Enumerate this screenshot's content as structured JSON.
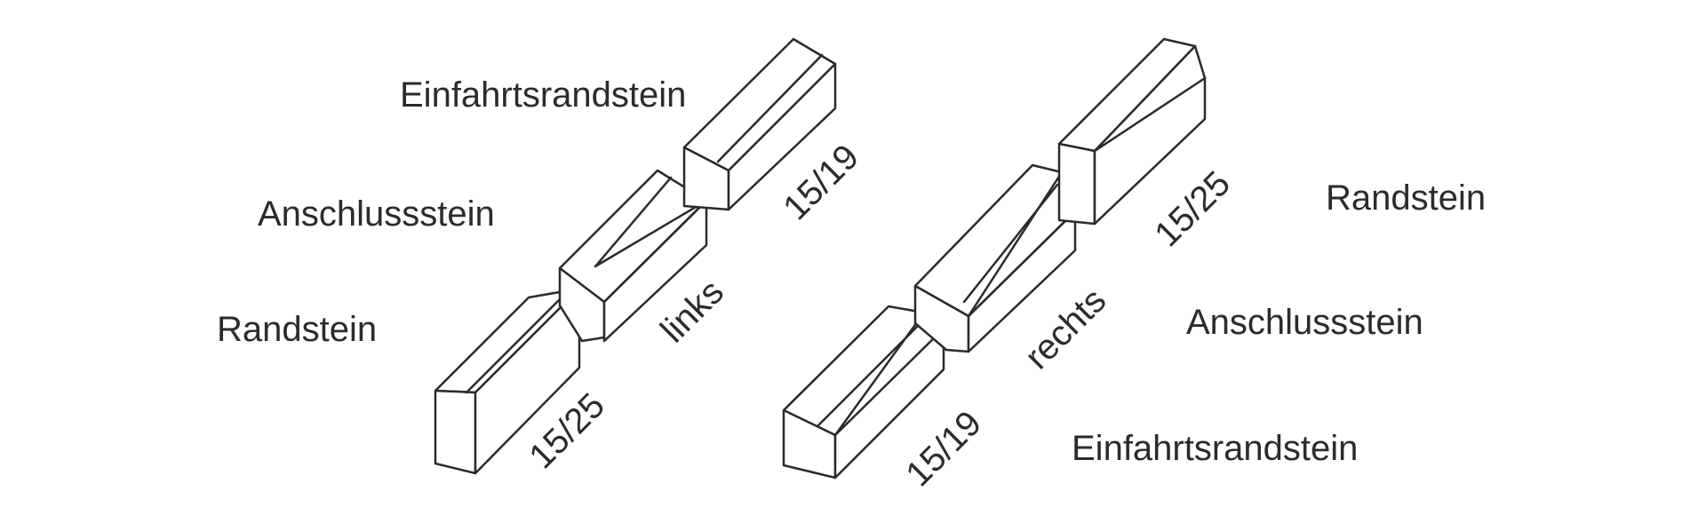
{
  "left": {
    "labels": {
      "top": "Einfahrtsrandstein",
      "middle": "Anschlussstein",
      "bottom": "Randstein"
    },
    "side": "links",
    "dims": {
      "top": "15/19",
      "bottom": "15/25"
    }
  },
  "right": {
    "labels": {
      "top": "Randstein",
      "middle": "Anschlussstein",
      "bottom": "Einfahrtsrandstein"
    },
    "side": "rechts",
    "dims": {
      "top": "15/25",
      "bottom": "15/19"
    }
  },
  "colors": {
    "stroke": "#2b2b2b",
    "background": "#ffffff"
  }
}
